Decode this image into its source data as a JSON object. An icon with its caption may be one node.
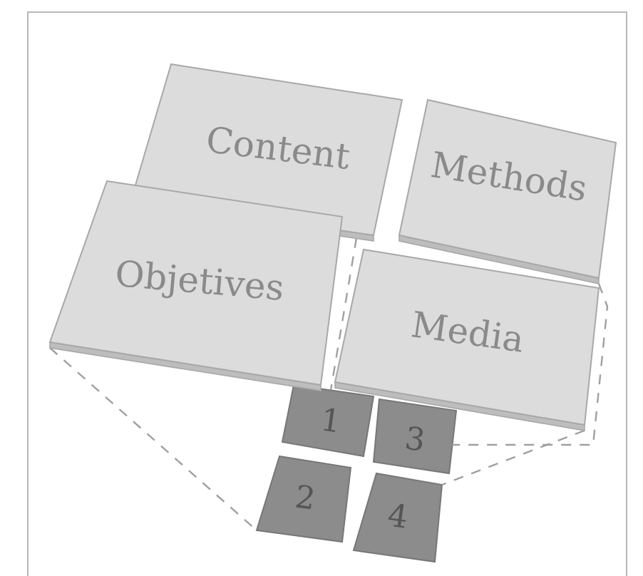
{
  "diagram": {
    "nodes": [
      {
        "text": [
          "Content"
        ]
      },
      {
        "text": [
          "Methods"
        ]
      },
      {
        "text": [
          "Objetives"
        ]
      },
      {
        "text": [
          "Media"
        ]
      },
      {
        "text": [
          "1"
        ]
      },
      {
        "text": [
          "3"
        ]
      },
      {
        "text": [
          "2"
        ]
      },
      {
        "text": [
          "4"
        ]
      }
    ],
    "edges": [
      {
        "from": 0,
        "to": 4,
        "arrow": "none",
        "style": "dashed"
      },
      {
        "from": 1,
        "to": 5,
        "arrow": "none",
        "style": "dashed"
      },
      {
        "from": 2,
        "to": 6,
        "arrow": "none",
        "style": "dashed"
      },
      {
        "from": 3,
        "to": 7,
        "arrow": "none",
        "style": "dashed"
      }
    ]
  }
}
